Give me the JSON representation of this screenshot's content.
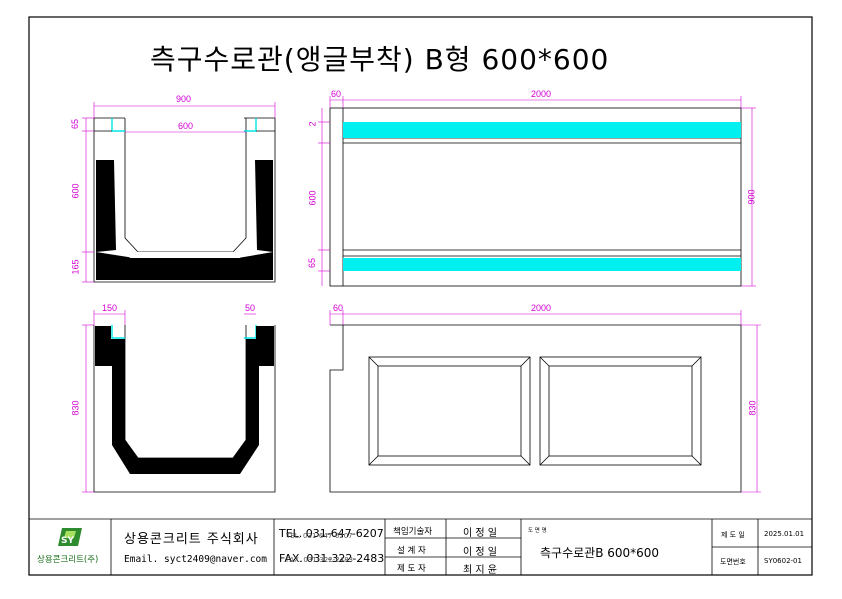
{
  "drawing": {
    "title": "측구수로관(앵글부착) B형 600*600",
    "dims": {
      "front_width": "900",
      "front_inner": "600",
      "front_top": "65",
      "front_height": "600",
      "front_bottom": "165",
      "side_length": "2000",
      "side_end": "60",
      "side_top_small": "2",
      "side_inner": "600",
      "side_bot_small": "65",
      "side_height": "900",
      "sect_flange": "150",
      "sect_lip": "50",
      "sect_height": "830",
      "bottom_length": "2000",
      "bottom_end": "60",
      "bottom_height": "830"
    }
  },
  "titleblock": {
    "logo_text": "상용콘크리트(주)",
    "company": "상용콘크리트 주식회사",
    "email": "Email. syct2409@naver.com",
    "tel": "TEL. 031-647-6207",
    "tel_overlap": "TEL. 031-647-6207",
    "fax": "FAX. 031-322-2483",
    "fax_overlap": "FAX. 031-322-2483",
    "role1": "책임기술자",
    "name1": "이 정 일",
    "role2": "설 계 자",
    "name2": "이 정 일",
    "role3": "제 도 자",
    "name3": "최 지 윤",
    "drawing_name_label": "도 면 명",
    "drawing_name": "측구수로관B 600*600",
    "date_label": "제 도 일",
    "date": "2025.01.01",
    "number_label": "도면번호",
    "number": "SY0602-01"
  },
  "colors": {
    "frame": "#000000",
    "dimension": "#d400d4",
    "fill_section": "#000000",
    "angle": "#00e5e5"
  }
}
